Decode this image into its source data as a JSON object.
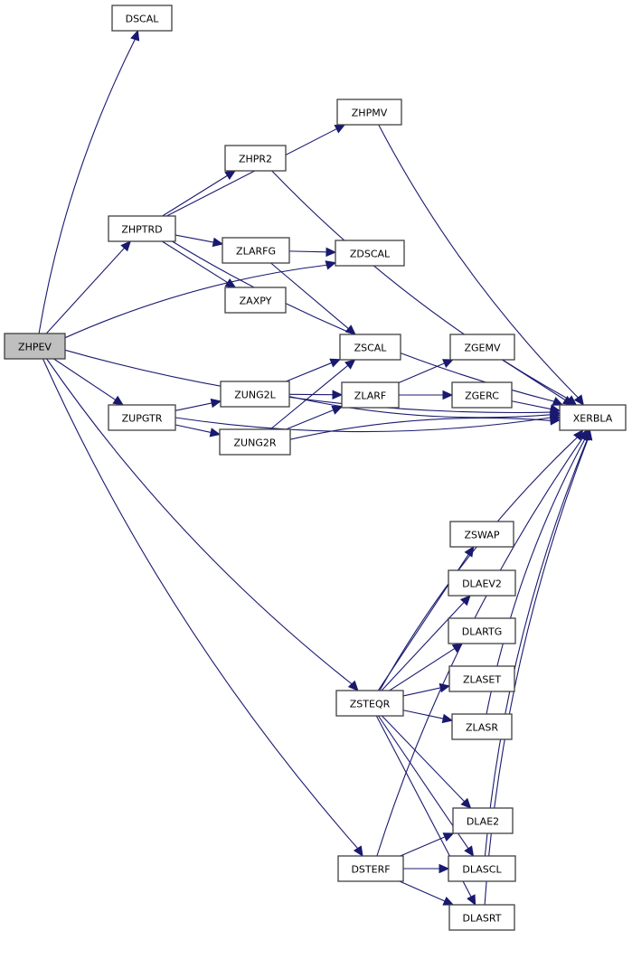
{
  "diagram": {
    "type": "call-graph",
    "root": "ZHPEV",
    "edge_color": "#191970",
    "root_fill": "#bfbfbf",
    "nodes": [
      {
        "id": "ZHPEV",
        "label": "ZHPEV"
      },
      {
        "id": "DSCAL",
        "label": "DSCAL"
      },
      {
        "id": "ZHPTRD",
        "label": "ZHPTRD"
      },
      {
        "id": "ZHPMV",
        "label": "ZHPMV"
      },
      {
        "id": "ZHPR2",
        "label": "ZHPR2"
      },
      {
        "id": "ZLARFG",
        "label": "ZLARFG"
      },
      {
        "id": "ZDSCAL",
        "label": "ZDSCAL"
      },
      {
        "id": "ZAXPY",
        "label": "ZAXPY"
      },
      {
        "id": "ZSCAL",
        "label": "ZSCAL"
      },
      {
        "id": "ZUPGTR",
        "label": "ZUPGTR"
      },
      {
        "id": "ZUNG2L",
        "label": "ZUNG2L"
      },
      {
        "id": "ZUNG2R",
        "label": "ZUNG2R"
      },
      {
        "id": "ZLARF",
        "label": "ZLARF"
      },
      {
        "id": "ZGEMV",
        "label": "ZGEMV"
      },
      {
        "id": "ZGERC",
        "label": "ZGERC"
      },
      {
        "id": "XERBLA",
        "label": "XERBLA"
      },
      {
        "id": "ZSWAP",
        "label": "ZSWAP"
      },
      {
        "id": "DLAEV2",
        "label": "DLAEV2"
      },
      {
        "id": "DLARTG",
        "label": "DLARTG"
      },
      {
        "id": "ZLASET",
        "label": "ZLASET"
      },
      {
        "id": "ZSTEQR",
        "label": "ZSTEQR"
      },
      {
        "id": "ZLASR",
        "label": "ZLASR"
      },
      {
        "id": "DLAE2",
        "label": "DLAE2"
      },
      {
        "id": "DSTERF",
        "label": "DSTERF"
      },
      {
        "id": "DLASCL",
        "label": "DLASCL"
      },
      {
        "id": "DLASRT",
        "label": "DLASRT"
      }
    ],
    "edges": [
      [
        "ZHPEV",
        "DSCAL"
      ],
      [
        "ZHPEV",
        "XERBLA"
      ],
      [
        "ZHPEV",
        "ZHPTRD"
      ],
      [
        "ZHPEV",
        "ZDSCAL"
      ],
      [
        "ZHPEV",
        "ZUPGTR"
      ],
      [
        "ZHPEV",
        "ZSTEQR"
      ],
      [
        "ZHPEV",
        "DSTERF"
      ],
      [
        "ZHPTRD",
        "ZHPMV"
      ],
      [
        "ZHPTRD",
        "ZHPR2"
      ],
      [
        "ZHPTRD",
        "XERBLA"
      ],
      [
        "ZHPTRD",
        "ZLARFG"
      ],
      [
        "ZHPTRD",
        "ZAXPY"
      ],
      [
        "ZHPMV",
        "XERBLA"
      ],
      [
        "ZHPR2",
        "XERBLA"
      ],
      [
        "ZLARFG",
        "ZDSCAL"
      ],
      [
        "ZLARFG",
        "ZSCAL"
      ],
      [
        "ZUPGTR",
        "ZUNG2L"
      ],
      [
        "ZUPGTR",
        "ZUNG2R"
      ],
      [
        "ZUPGTR",
        "XERBLA"
      ],
      [
        "ZUNG2L",
        "ZSCAL"
      ],
      [
        "ZUNG2L",
        "ZLARF"
      ],
      [
        "ZUNG2L",
        "XERBLA"
      ],
      [
        "ZUNG2R",
        "ZSCAL"
      ],
      [
        "ZUNG2R",
        "ZLARF"
      ],
      [
        "ZUNG2R",
        "XERBLA"
      ],
      [
        "ZLARF",
        "ZGEMV"
      ],
      [
        "ZLARF",
        "ZGERC"
      ],
      [
        "ZGEMV",
        "XERBLA"
      ],
      [
        "ZGERC",
        "XERBLA"
      ],
      [
        "ZSTEQR",
        "ZSWAP"
      ],
      [
        "ZSTEQR",
        "DLAEV2"
      ],
      [
        "ZSTEQR",
        "DLARTG"
      ],
      [
        "ZSTEQR",
        "ZLASET"
      ],
      [
        "ZSTEQR",
        "ZLASR"
      ],
      [
        "ZSTEQR",
        "XERBLA"
      ],
      [
        "ZSTEQR",
        "DLAE2"
      ],
      [
        "ZSTEQR",
        "DLASCL"
      ],
      [
        "ZSTEQR",
        "DLASRT"
      ],
      [
        "ZLASR",
        "XERBLA"
      ],
      [
        "DSTERF",
        "DLAE2"
      ],
      [
        "DSTERF",
        "DLASCL"
      ],
      [
        "DSTERF",
        "DLASRT"
      ],
      [
        "DSTERF",
        "XERBLA"
      ],
      [
        "DLASCL",
        "XERBLA"
      ],
      [
        "DLASRT",
        "XERBLA"
      ]
    ]
  }
}
